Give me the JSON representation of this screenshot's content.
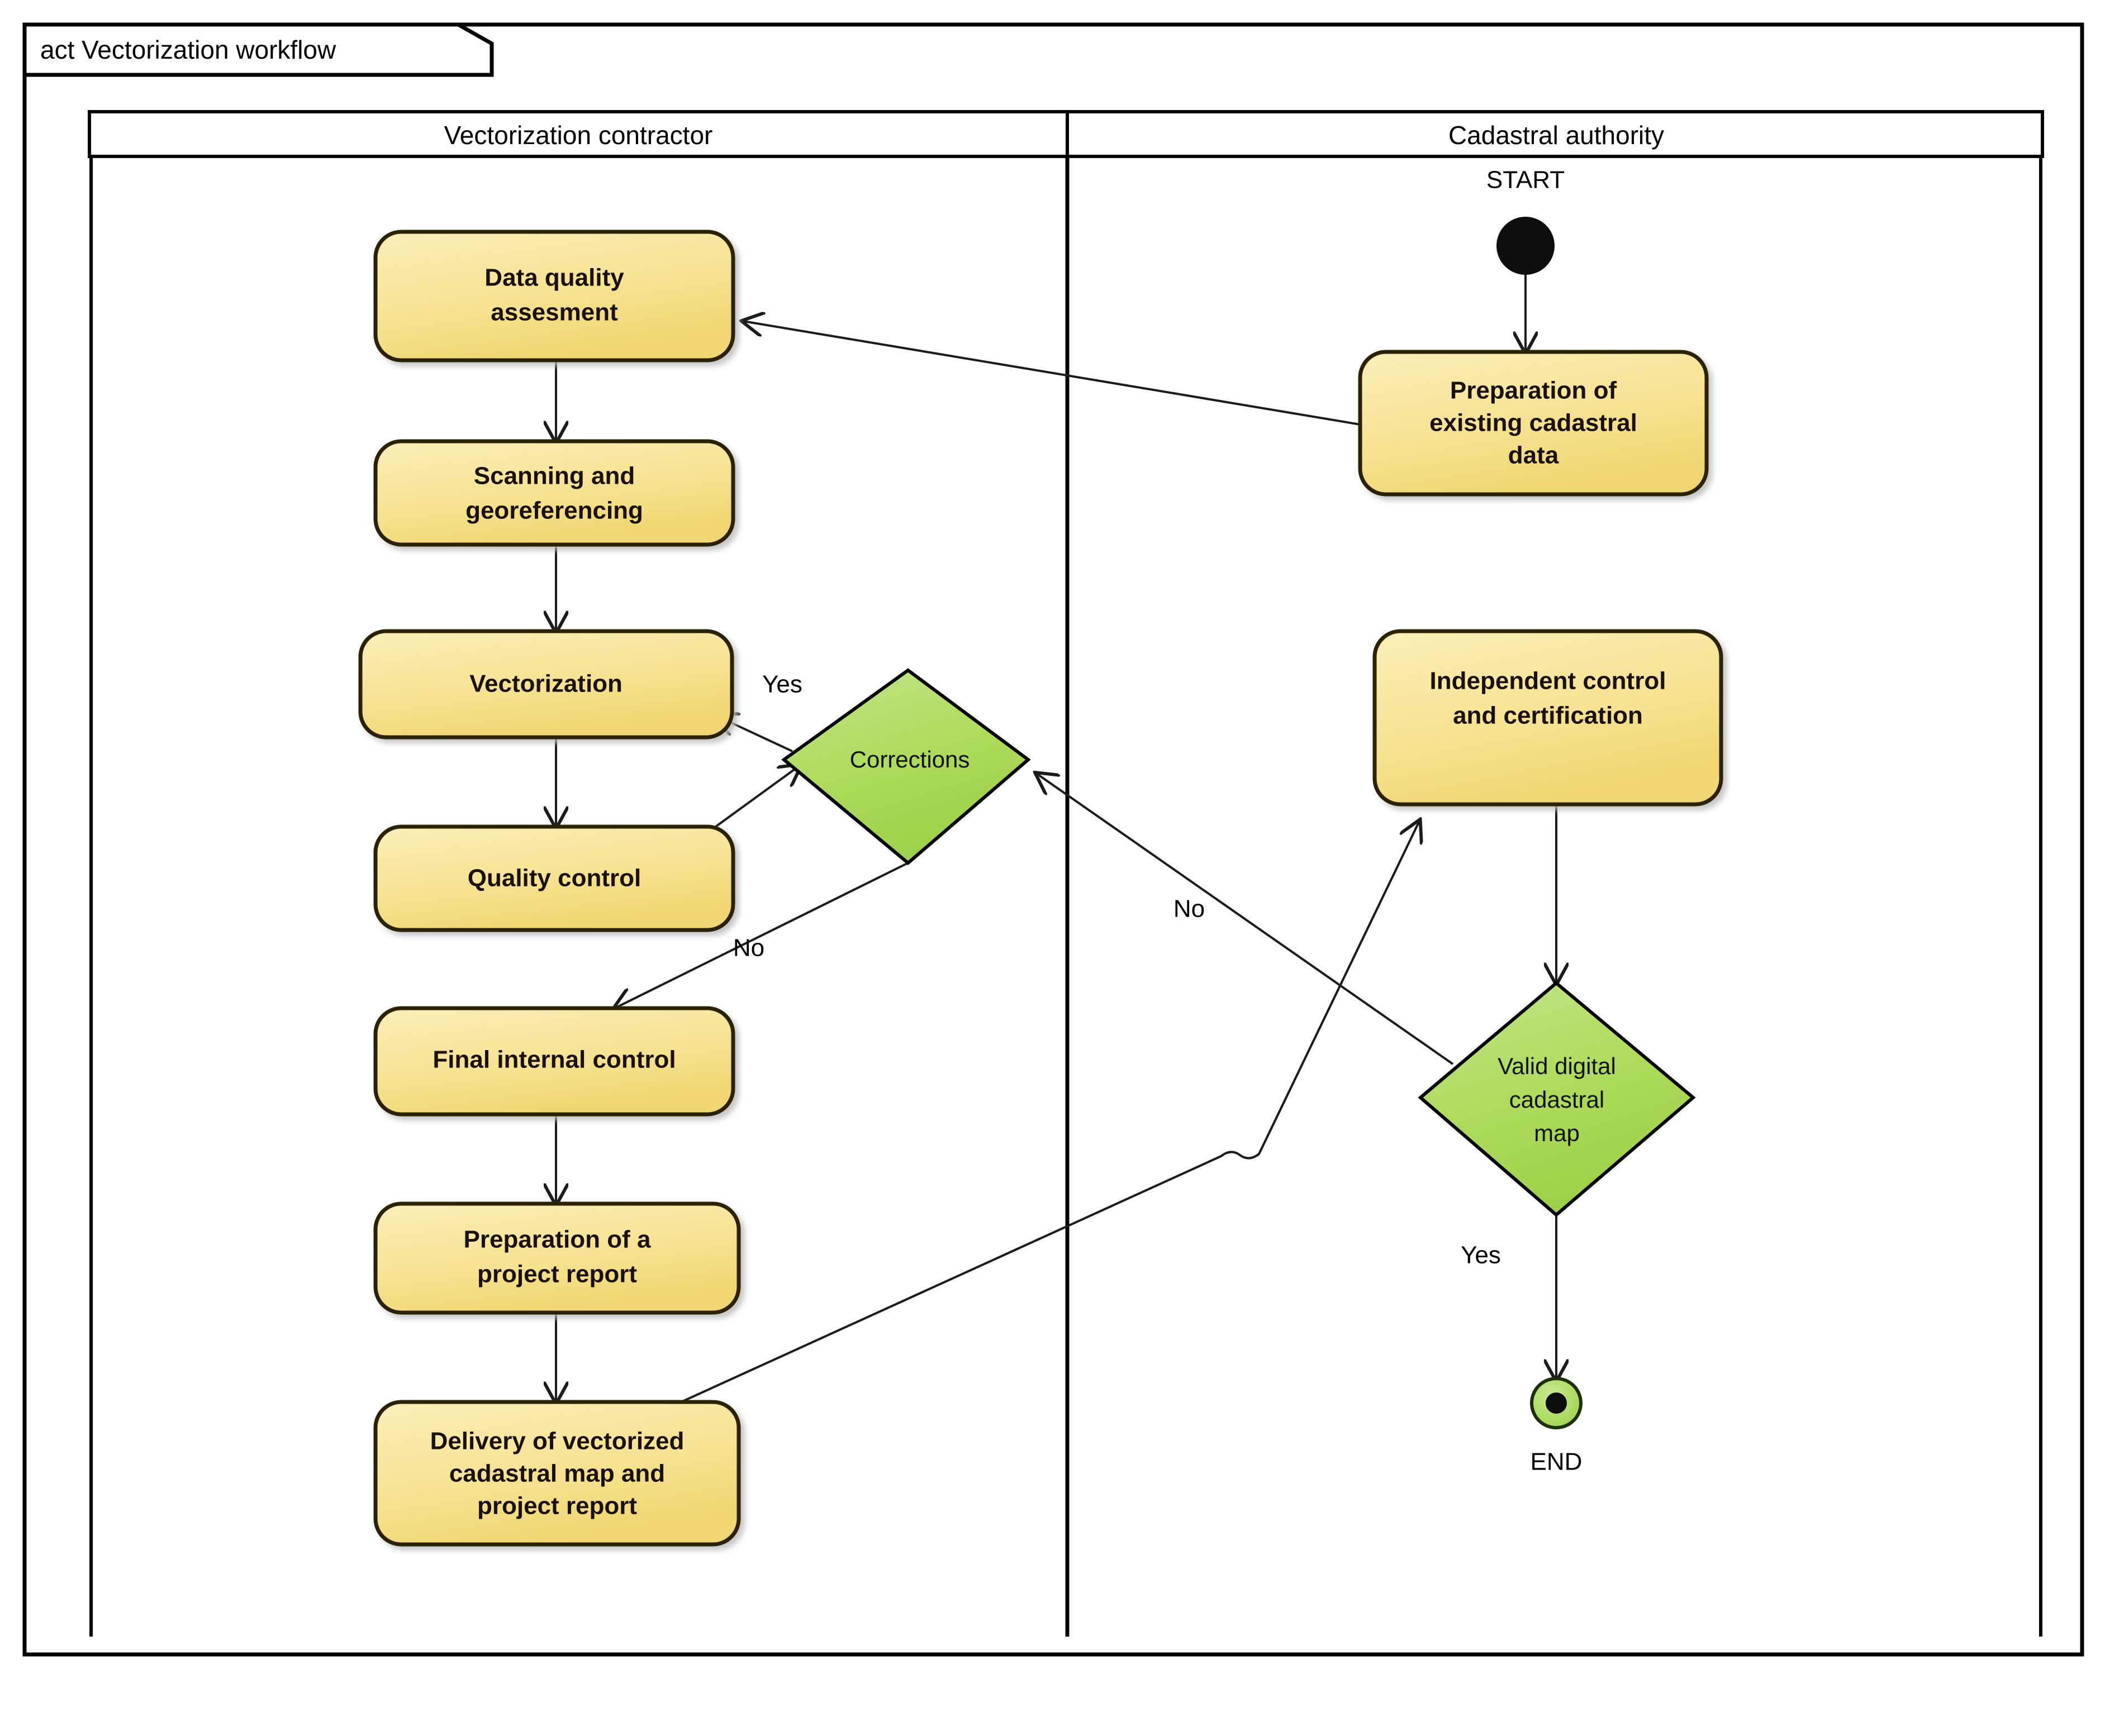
{
  "frame": {
    "title": "act Vectorization workflow",
    "border_color": "#000000",
    "background_color": "#ffffff"
  },
  "lanes": [
    {
      "id": "contractor",
      "title": "Vectorization contractor"
    },
    {
      "id": "authority",
      "title": "Cadastral authority"
    }
  ],
  "palette": {
    "activity_fill": "#f6e38c",
    "activity_fill_light": "#faeeb4",
    "activity_stroke": "#2b2000",
    "decision_fill": "#aedb5c",
    "decision_fill_light": "#c6e68a",
    "decision_stroke": "#000000",
    "initial_node_fill": "#000000",
    "final_node_fill": "#aedb5c",
    "final_node_center": "#000000",
    "edge_color": "#1b1b1b",
    "text_color": "#000000"
  },
  "nodes": {
    "start": {
      "type": "initial",
      "label": "START",
      "lane": "authority"
    },
    "preparation_existing": {
      "type": "activity",
      "lane": "authority",
      "lines": [
        "Preparation of",
        "existing cadastral",
        "data"
      ]
    },
    "data_quality": {
      "type": "activity",
      "lane": "contractor",
      "lines": [
        "Data quality",
        "assesment"
      ]
    },
    "scanning": {
      "type": "activity",
      "lane": "contractor",
      "lines": [
        "Scanning and",
        "georeferencing"
      ]
    },
    "vectorization": {
      "type": "activity",
      "lane": "contractor",
      "lines": [
        "Vectorization"
      ]
    },
    "quality_control": {
      "type": "activity",
      "lane": "contractor",
      "lines": [
        "Quality control"
      ]
    },
    "corrections": {
      "type": "decision",
      "lane": "contractor",
      "lines": [
        "Corrections"
      ]
    },
    "final_internal": {
      "type": "activity",
      "lane": "contractor",
      "lines": [
        "Final internal control"
      ]
    },
    "project_report": {
      "type": "activity",
      "lane": "contractor",
      "lines": [
        "Preparation of a",
        "project report"
      ]
    },
    "delivery": {
      "type": "activity",
      "lane": "contractor",
      "lines": [
        "Delivery of vectorized",
        "cadastral map and",
        "project report"
      ]
    },
    "independent_control": {
      "type": "activity",
      "lane": "authority",
      "lines": [
        "Independent control",
        "and certification"
      ]
    },
    "valid_map": {
      "type": "decision",
      "lane": "authority",
      "lines": [
        "Valid digital",
        "cadastral",
        "map"
      ]
    },
    "end": {
      "type": "final",
      "label": "END",
      "lane": "authority"
    }
  },
  "guards": {
    "corrections_yes": "Yes",
    "corrections_no": "No",
    "valid_map_no": "No",
    "valid_map_yes": "Yes"
  },
  "edges": [
    {
      "from": "start",
      "to": "preparation_existing",
      "guard": ""
    },
    {
      "from": "preparation_existing",
      "to": "data_quality",
      "guard": ""
    },
    {
      "from": "data_quality",
      "to": "scanning",
      "guard": ""
    },
    {
      "from": "scanning",
      "to": "vectorization",
      "guard": ""
    },
    {
      "from": "vectorization",
      "to": "quality_control",
      "guard": ""
    },
    {
      "from": "quality_control",
      "to": "corrections",
      "guard": ""
    },
    {
      "from": "corrections",
      "to": "vectorization",
      "guard": "Yes"
    },
    {
      "from": "corrections",
      "to": "final_internal",
      "guard": "No"
    },
    {
      "from": "final_internal",
      "to": "project_report",
      "guard": ""
    },
    {
      "from": "project_report",
      "to": "delivery",
      "guard": ""
    },
    {
      "from": "delivery",
      "to": "independent_control",
      "guard": ""
    },
    {
      "from": "independent_control",
      "to": "valid_map",
      "guard": ""
    },
    {
      "from": "valid_map",
      "to": "corrections",
      "guard": "No"
    },
    {
      "from": "valid_map",
      "to": "end",
      "guard": "Yes"
    }
  ]
}
